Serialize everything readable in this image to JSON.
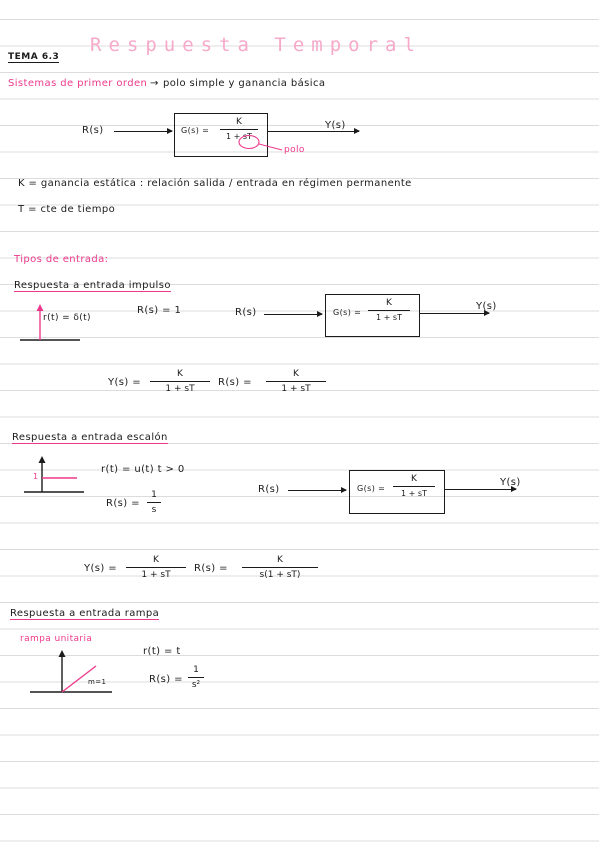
{
  "header": {
    "tema": "TEMA 6.3",
    "title": "Respuesta  Temporal"
  },
  "intro": {
    "heading": "Sistemas de primer orden",
    "arrow": "→",
    "subtitle": "polo simple y ganancia básica"
  },
  "block1": {
    "input": "R(s)",
    "gs_label": "G(s) =",
    "numerator": "K",
    "denominator": "1 + sT",
    "output": "Y(s)",
    "annotation": "polo"
  },
  "definitions": {
    "k_def": "K = ganancia estática : relación salida / entrada en régimen permanente",
    "t_def": "T = cte de tiempo"
  },
  "tipos": {
    "heading": "Tipos de entrada:"
  },
  "impulso": {
    "heading": "Respuesta a entrada impulso",
    "signal": "r(t) = δ(t)",
    "laplace": "R(s) = 1",
    "input": "R(s)",
    "gs_label": "G(s) =",
    "numerator": "K",
    "denominator": "1 + sT",
    "output": "Y(s)",
    "eq_lhs": "Y(s) =",
    "eq_num1": "K",
    "eq_den1": "1 + sT",
    "eq_mid": "R(s) =",
    "eq_num2": "K",
    "eq_den2": "1 + sT"
  },
  "escalon": {
    "heading": "Respuesta a entrada escalón",
    "plot_label": "1",
    "signal": "r(t) = u(t)    t > 0",
    "laplace_lhs": "R(s) =",
    "laplace_num": "1",
    "laplace_den": "s",
    "input": "R(s)",
    "gs_label": "G(s) =",
    "numerator": "K",
    "denominator": "1 + sT",
    "output": "Y(s)",
    "eq_lhs": "Y(s) =",
    "eq_num1": "K",
    "eq_den1": "1 + sT",
    "eq_mid": "R(s) =",
    "eq_num2": "K",
    "eq_den2": "s(1 + sT)"
  },
  "rampa": {
    "heading": "Respuesta a entrada rampa",
    "subheading": "rampa unitaria",
    "plot_label": "m=1",
    "signal": "r(t) = t",
    "laplace_lhs": "R(s) =",
    "laplace_num": "1",
    "laplace_den": "s²"
  },
  "colors": {
    "pink": "#ee3a8c",
    "light_pink": "#f7a9c9",
    "ink": "#1b1b1b",
    "rule_line": "#dcdcdc"
  }
}
